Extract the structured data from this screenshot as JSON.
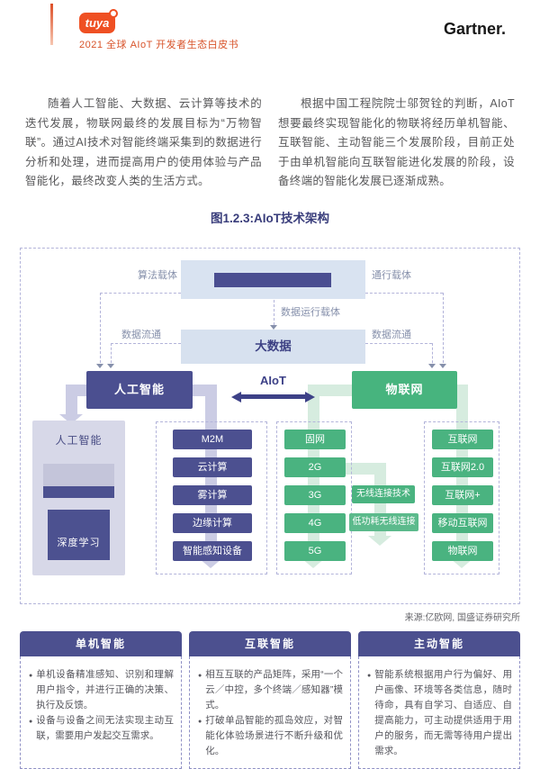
{
  "header": {
    "logo_text": "tuya",
    "title": "2021 全球 AIoT 开发者生态白皮书",
    "brand_right": "Gartner."
  },
  "intro": {
    "left_paragraph": "随着人工智能、大数据、云计算等技术的迭代发展，物联网最终的发展目标为“万物智联”。通过AI技术对智能终端采集到的数据进行分析和处理，进而提高用户的使用体验与产品智能化，最终改变人类的生活方式。",
    "right_paragraph": "根据中国工程院院士邬贺铨的判断，AIoT想要最终实现智能化的物联将经历单机智能、互联智能、主动智能三个发展阶段，目前正处于由单机智能向互联智能进化发展的阶段，设备终端的智能化发展已逐渐成熟。"
  },
  "figure": {
    "title": "图1.2.3:AIoT技术架构",
    "source": "来源:亿欧网, 国盛证券研究所",
    "labels": {
      "algorithm_carrier": "算法载体",
      "communication_carrier": "通行载体",
      "data_runtime_carrier": "数据运行载体",
      "big_data": "大数据",
      "data_flow_left": "数据流通",
      "data_flow_right": "数据流通",
      "ai": "人工智能",
      "aiot": "AIoT",
      "iot": "物联网"
    },
    "ai_panel": {
      "title": "人工智能",
      "deep_learning": "深度学习"
    },
    "ai_stack": [
      "M2M",
      "云计算",
      "雾计算",
      "边缘计算",
      "智能感知设备"
    ],
    "network_stack": [
      "固网",
      "2G",
      "3G",
      "4G",
      "5G"
    ],
    "wireless_boxes": [
      "无线连接技术",
      "低功耗无线连接"
    ],
    "internet_stack": [
      "互联网",
      "互联网2.0",
      "互联网+",
      "移动互联网",
      "物联网"
    ]
  },
  "cards": [
    {
      "title": "单机智能",
      "bullets": [
        "单机设备精准感知、识别和理解用户指令，并进行正确的决策、执行及反馈。",
        "设备与设备之间无法实现主动互联，需要用户发起交互需求。"
      ]
    },
    {
      "title": "互联智能",
      "bullets": [
        "相互互联的产品矩阵，采用“一个云／中控，多个终端／感知器”模式。",
        "打破单品智能的孤岛效应，对智能化体验场景进行不断升级和优化。"
      ]
    },
    {
      "title": "主动智能",
      "bullets": [
        "智能系统根据用户行为偏好、用户画像、环境等各类信息，随时待命，具有自学习、自适应、自提高能力，可主动提供适用于用户的服务，而无需等待用户提出需求。"
      ]
    }
  ],
  "colors": {
    "accent_orange": "#EF5023",
    "navy": "#4C5090",
    "green": "#4AB380",
    "light_blue": "#D9E3F1",
    "lavender": "#D7D8E8",
    "card_header": "#4C508F"
  }
}
